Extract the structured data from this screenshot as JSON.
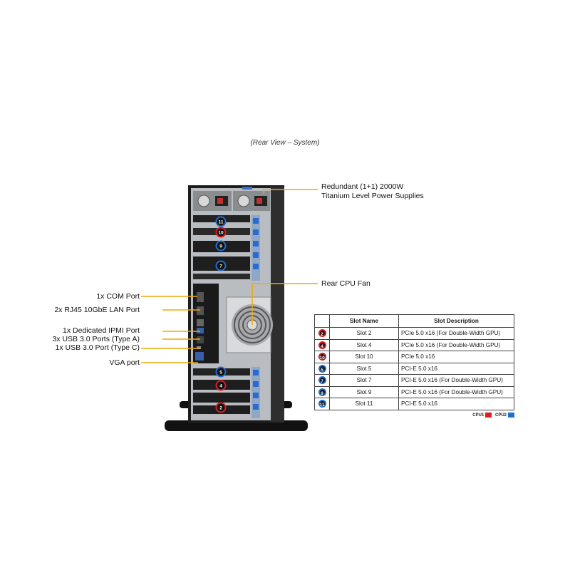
{
  "caption": "(Rear View – System)",
  "callouts": {
    "psu_line1": "Redundant (1+1) 2000W",
    "psu_line2": "Titanium Level Power Supplies",
    "rear_fan": "Rear CPU Fan",
    "com_port": "1x COM Port",
    "lan_port": "2x RJ45 10GbE LAN Port",
    "ipmi_port": "1x Dedicated IPMI Port",
    "usb_a": "3x USB 3.0 Ports (Type A)",
    "usb_c": "1x USB 3.0 Port (Type C)",
    "vga": "VGA port"
  },
  "chassis_badges": [
    "11",
    "10",
    "9",
    "7",
    "5",
    "4",
    "2"
  ],
  "colors": {
    "cpu1": "#e01b24",
    "cpu2": "#1f6fd1",
    "callout_line": "#f2a900",
    "chassis": "#1c1c1c"
  },
  "table": {
    "headers": [
      "",
      "Slot Name",
      "Slot Description"
    ],
    "rows": [
      {
        "num": "2",
        "cpu": "cpu1",
        "name": "Slot 2",
        "desc": "PCIe 5.0 x16 (For Double-Width GPU)"
      },
      {
        "num": "4",
        "cpu": "cpu1",
        "name": "Slot 4",
        "desc": "PCIe 5.0 x16 (For Double-Width GPU)"
      },
      {
        "num": "10",
        "cpu": "cpu1",
        "name": "Slot 10",
        "desc": "PCIe 5.0 x16"
      },
      {
        "num": "5",
        "cpu": "cpu2",
        "name": "Slot 5",
        "desc": "PCI-E 5.0 x16"
      },
      {
        "num": "7",
        "cpu": "cpu2",
        "name": "Slot 7",
        "desc": "PCI-E 5.0 x16 (For Double-Width GPU)"
      },
      {
        "num": "9",
        "cpu": "cpu2",
        "name": "Slot 9",
        "desc": "PCI-E 5.0 x16 (For Double-Width GPU)"
      },
      {
        "num": "11",
        "cpu": "cpu2",
        "name": "Slot 11",
        "desc": "PCI-E 5.0 x16"
      }
    ]
  },
  "legend": {
    "cpu1_label": "CPU1",
    "cpu2_label": "CPU2"
  }
}
